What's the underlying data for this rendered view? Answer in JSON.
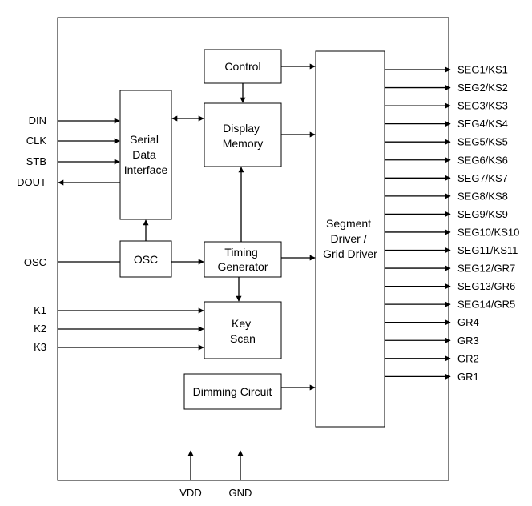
{
  "blocks": {
    "control": [
      "Control"
    ],
    "serial": [
      "Serial",
      "Data",
      "Interface"
    ],
    "display": [
      "Display",
      "Memory"
    ],
    "segment": [
      "Segment",
      "Driver /",
      "Grid Driver"
    ],
    "osc": [
      "OSC"
    ],
    "timing": [
      "Timing",
      "Generator"
    ],
    "key": [
      "Key",
      "Scan"
    ],
    "dimming": [
      "Dimming Circuit"
    ]
  },
  "inputs": {
    "din": "DIN",
    "clk": "CLK",
    "stb": "STB",
    "dout": "DOUT",
    "osc": "OSC",
    "k1": "K1",
    "k2": "K2",
    "k3": "K3"
  },
  "power": {
    "vdd": "VDD",
    "gnd": "GND"
  },
  "outputs": [
    "SEG1/KS1",
    "SEG2/KS2",
    "SEG3/KS3",
    "SEG4/KS4",
    "SEG5/KS5",
    "SEG6/KS6",
    "SEG7/KS7",
    "SEG8/KS8",
    "SEG9/KS9",
    "SEG10/KS10",
    "SEG11/KS11",
    "SEG12/GR7",
    "SEG13/GR6",
    "SEG14/GR5",
    "GR4",
    "GR3",
    "GR2",
    "GR1"
  ]
}
